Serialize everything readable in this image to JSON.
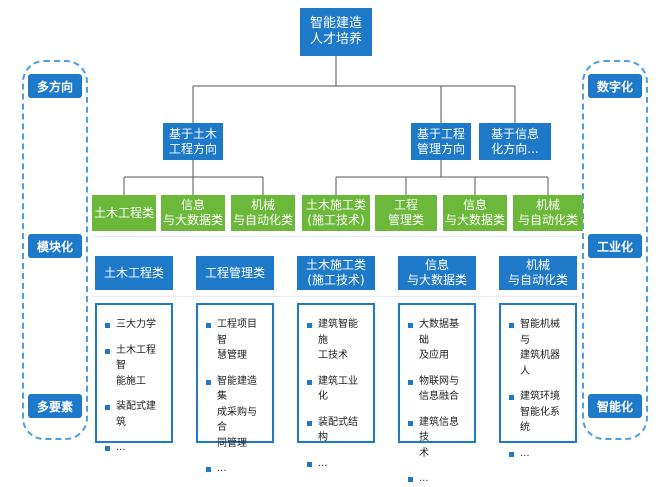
{
  "root": "智能建造\n人才培养",
  "side_left": {
    "top": "多方向",
    "middle": "模块化",
    "bottom": "多要素"
  },
  "side_right": {
    "top": "数字化",
    "middle": "工业化",
    "bottom": "智能化"
  },
  "directions": [
    "基于土木\n工程方向",
    "基于工程\n管理方向",
    "基于信息\n化方向..."
  ],
  "categories": [
    "土木工程类",
    "信息\n与大数据类",
    "机械\n与自动化类",
    "土木施工类\n(施工技术)",
    "工程\n管理类",
    "信息\n与大数据类",
    "机械\n与自动化类"
  ],
  "modules": [
    {
      "title": "土木工程类",
      "items": [
        "三大力学",
        "土木工程智\n能施工",
        "装配式建筑",
        "..."
      ]
    },
    {
      "title": "工程管理类",
      "items": [
        "工程项目智\n慧管理",
        "智能建造集\n成采购与合\n同管理",
        "..."
      ]
    },
    {
      "title": "土木施工类\n(施工技术)",
      "items": [
        "建筑智能施\n工技术",
        "建筑工业化",
        "装配式结构",
        "..."
      ]
    },
    {
      "title": "信息\n与大数据类",
      "items": [
        "大数据基础\n及应用",
        "物联网与\n信息融合",
        "建筑信息技\n术",
        "..."
      ]
    },
    {
      "title": "机械\n与自动化类",
      "items": [
        "智能机械与\n建筑机器人",
        "建筑环境\n智能化系统",
        "..."
      ]
    }
  ]
}
